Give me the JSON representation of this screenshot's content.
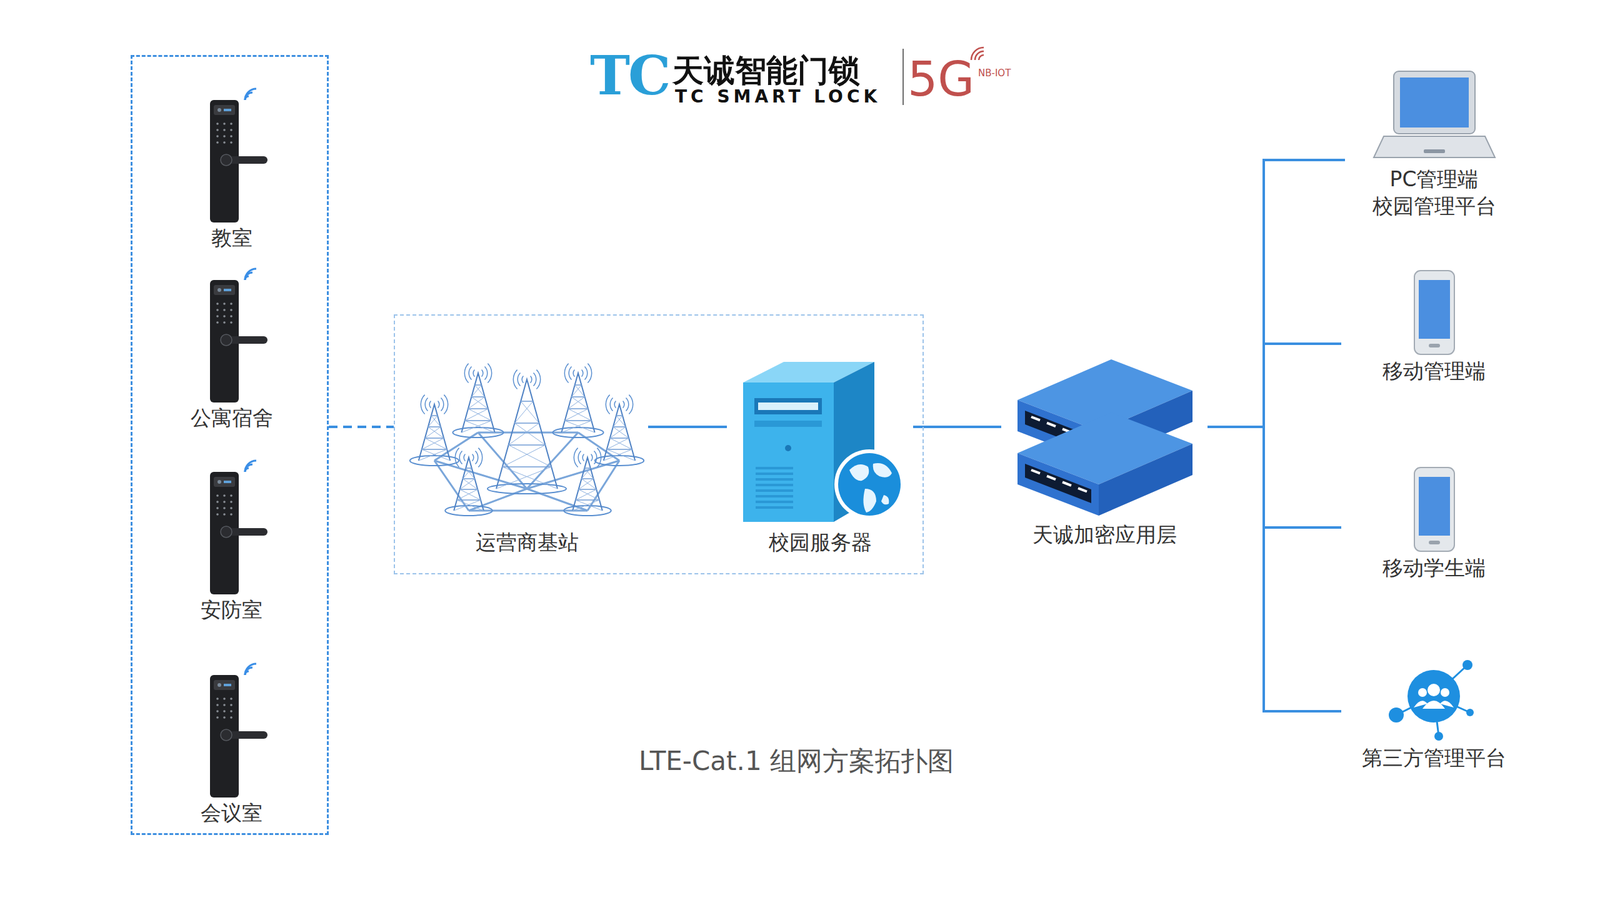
{
  "diagram": {
    "caption": "LTE-Cat.1 组网方案拓扑图",
    "nodes": [
      {
        "text": []
      },
      {
        "text": [
          "教室"
        ],
        "in": 0
      },
      {
        "text": [
          "公寓宿舍"
        ],
        "in": 0
      },
      {
        "text": [
          "安防室"
        ],
        "in": 0
      },
      {
        "text": [
          "会议室"
        ],
        "in": 0
      },
      {
        "text": []
      },
      {
        "text": [
          "运营商基站"
        ],
        "in": 5
      },
      {
        "text": [
          "校园服务器"
        ],
        "in": 5
      },
      {
        "text": [
          "天诚加密应用层"
        ]
      },
      {
        "text": [
          "PC管理端 校园管理平台"
        ]
      },
      {
        "text": [
          "移动管理端"
        ]
      },
      {
        "text": [
          "移动学生端"
        ]
      },
      {
        "text": [
          "第三方管理平台"
        ]
      }
    ],
    "edges": [
      {
        "from": 0,
        "to": 5,
        "arrow": "none"
      },
      {
        "from": 6,
        "to": 7,
        "arrow": "none"
      },
      {
        "from": 7,
        "to": 8,
        "arrow": "none"
      },
      {
        "from": 8,
        "to": 9,
        "arrow": "none"
      },
      {
        "from": 8,
        "to": 10,
        "arrow": "none"
      },
      {
        "from": 8,
        "to": 11,
        "arrow": "none"
      },
      {
        "from": 8,
        "to": 12,
        "arrow": "none"
      }
    ],
    "labels": [
      "TC",
      "天诚智能门锁",
      "TC SMART LOCK",
      "5G",
      "NB-IOT"
    ]
  }
}
